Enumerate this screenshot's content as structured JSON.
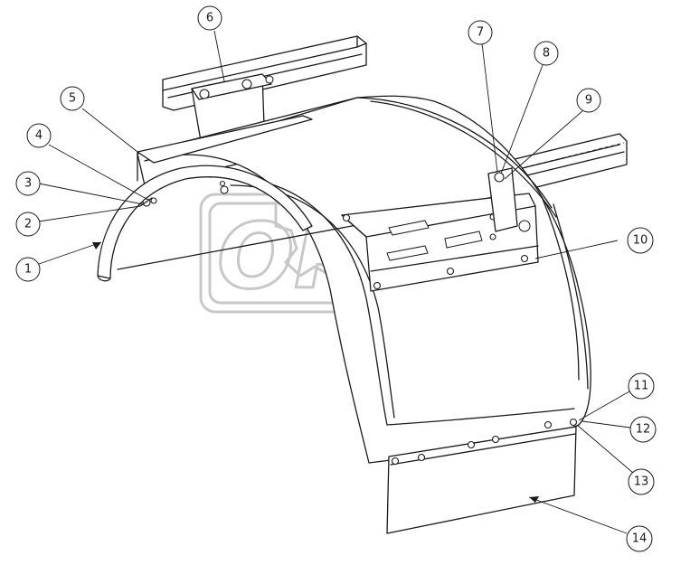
{
  "watermark": {
    "text": "OPEX"
  },
  "callouts": [
    {
      "id": 1,
      "label": "1"
    },
    {
      "id": 2,
      "label": "2"
    },
    {
      "id": 3,
      "label": "3"
    },
    {
      "id": 4,
      "label": "4"
    },
    {
      "id": 5,
      "label": "5"
    },
    {
      "id": 6,
      "label": "6"
    },
    {
      "id": 7,
      "label": "7"
    },
    {
      "id": 8,
      "label": "8"
    },
    {
      "id": 9,
      "label": "9"
    },
    {
      "id": 10,
      "label": "10"
    },
    {
      "id": 11,
      "label": "11"
    },
    {
      "id": 12,
      "label": "12"
    },
    {
      "id": 13,
      "label": "13"
    },
    {
      "id": 14,
      "label": "14"
    }
  ]
}
